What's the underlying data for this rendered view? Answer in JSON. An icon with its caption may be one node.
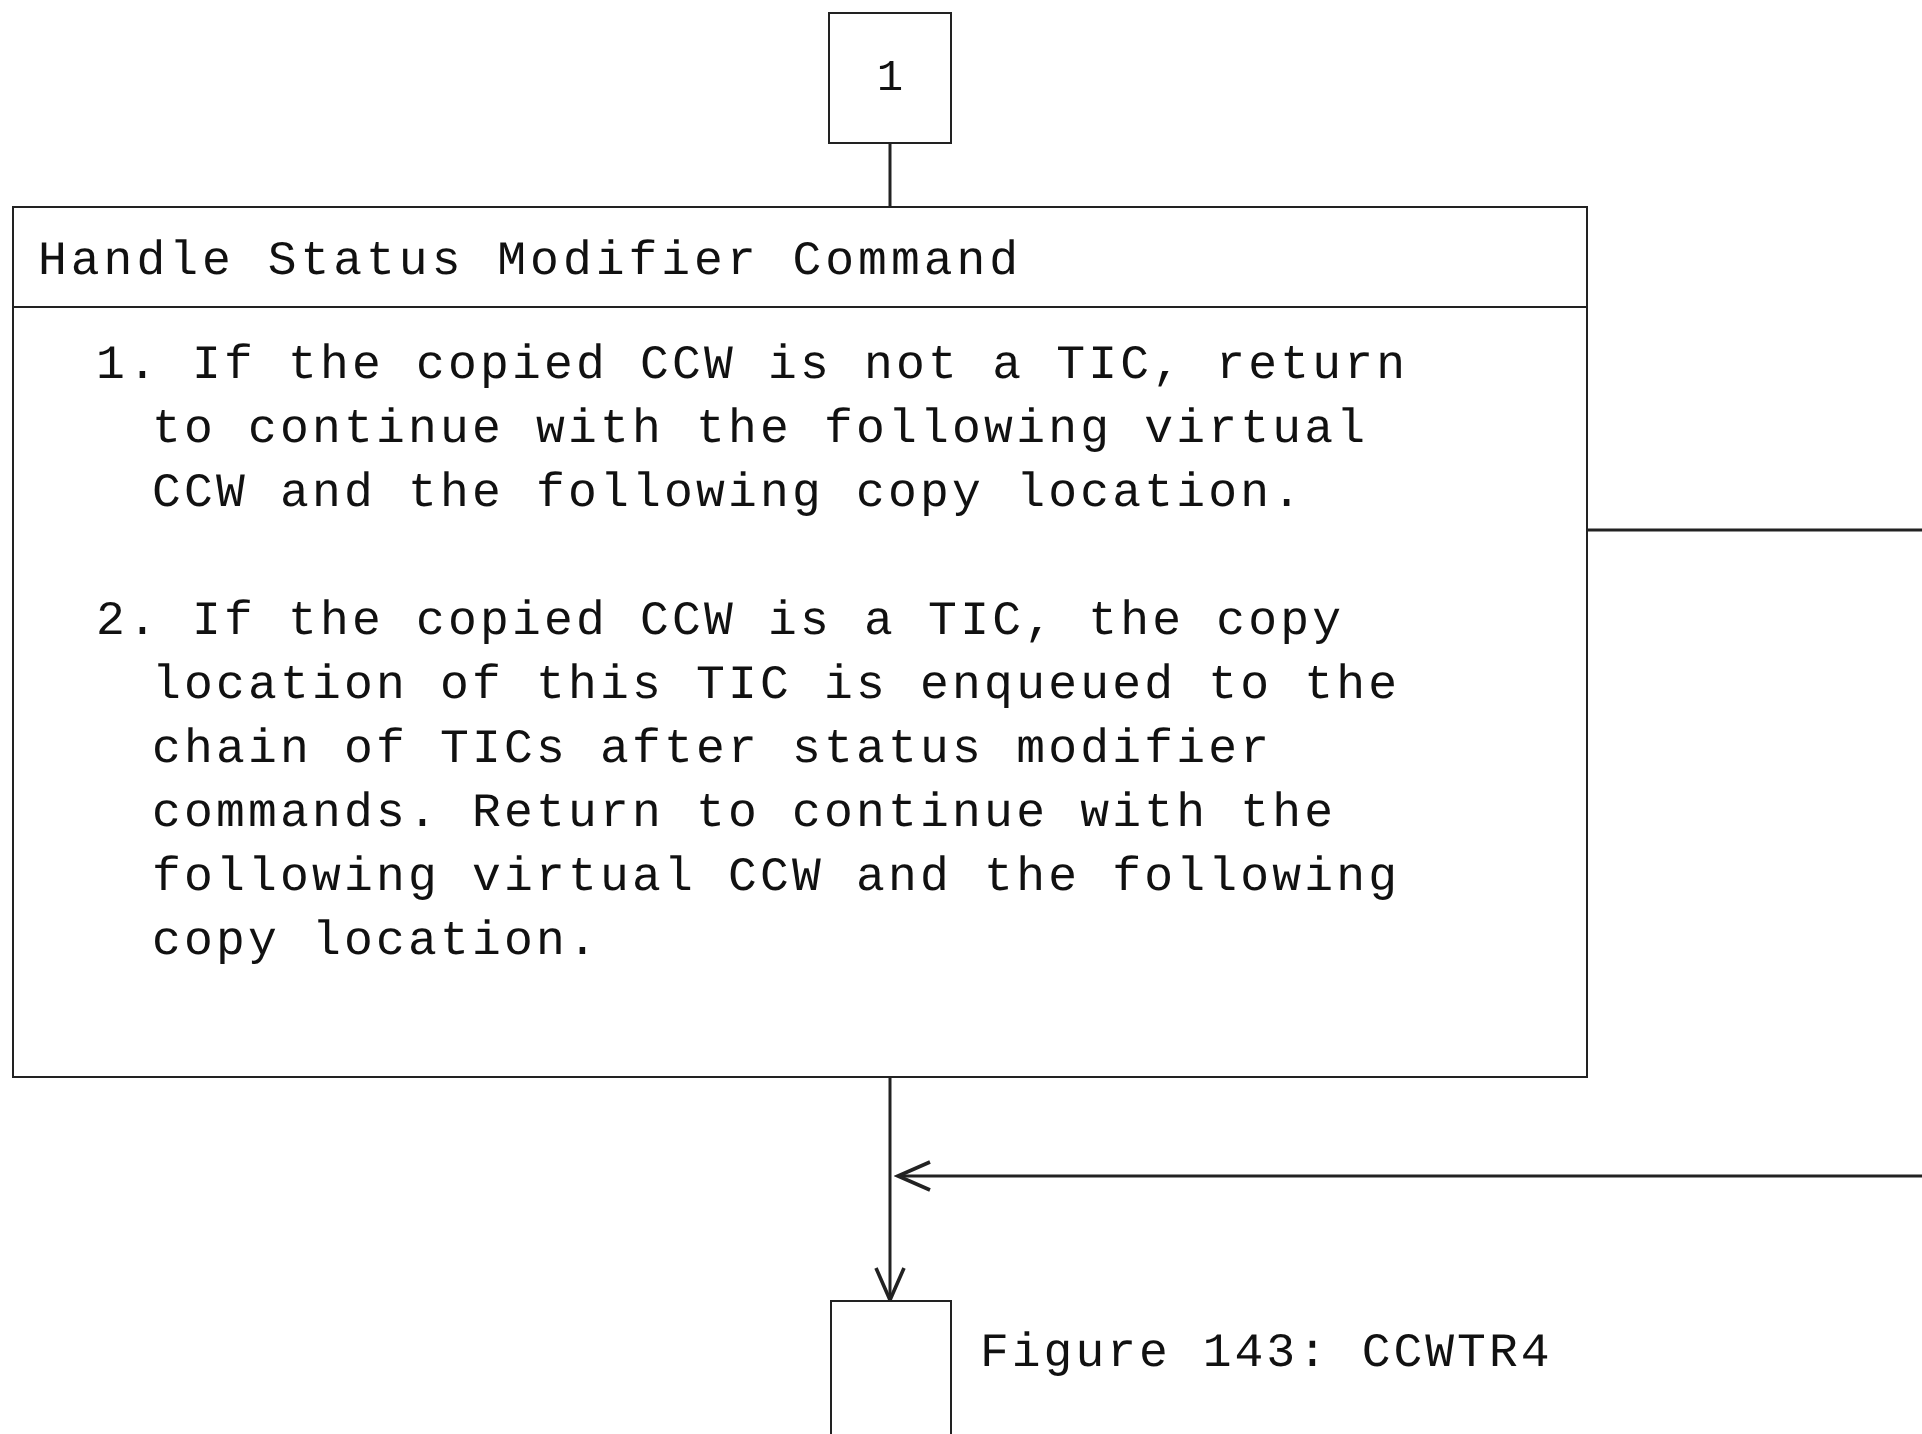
{
  "diagram": {
    "caption": "Figure 143: CCWTR4",
    "nodes": [
      {
        "text": [
          "1"
        ]
      },
      {
        "text": [
          "Handle Status Modifier Command",
          "1. If the copied CCW is not a TIC, return to continue with the following virtual CCW and the following copy location.",
          "2. If the copied CCW is a TIC, the copy location of this TIC is enqueued to the chain of TICs after status modifier commands. Return to continue with the following virtual CCW and the following copy location."
        ]
      },
      {
        "text": [],
        "shape": "box"
      }
    ],
    "edges": [
      {
        "from": 0,
        "to": 1,
        "arrow": "none"
      },
      {
        "from": 1,
        "to": null,
        "arrow": "none"
      },
      {
        "from": 1,
        "to": 2,
        "arrow": "to"
      },
      {
        "from": null,
        "to": 2,
        "arrow": "to"
      }
    ]
  }
}
